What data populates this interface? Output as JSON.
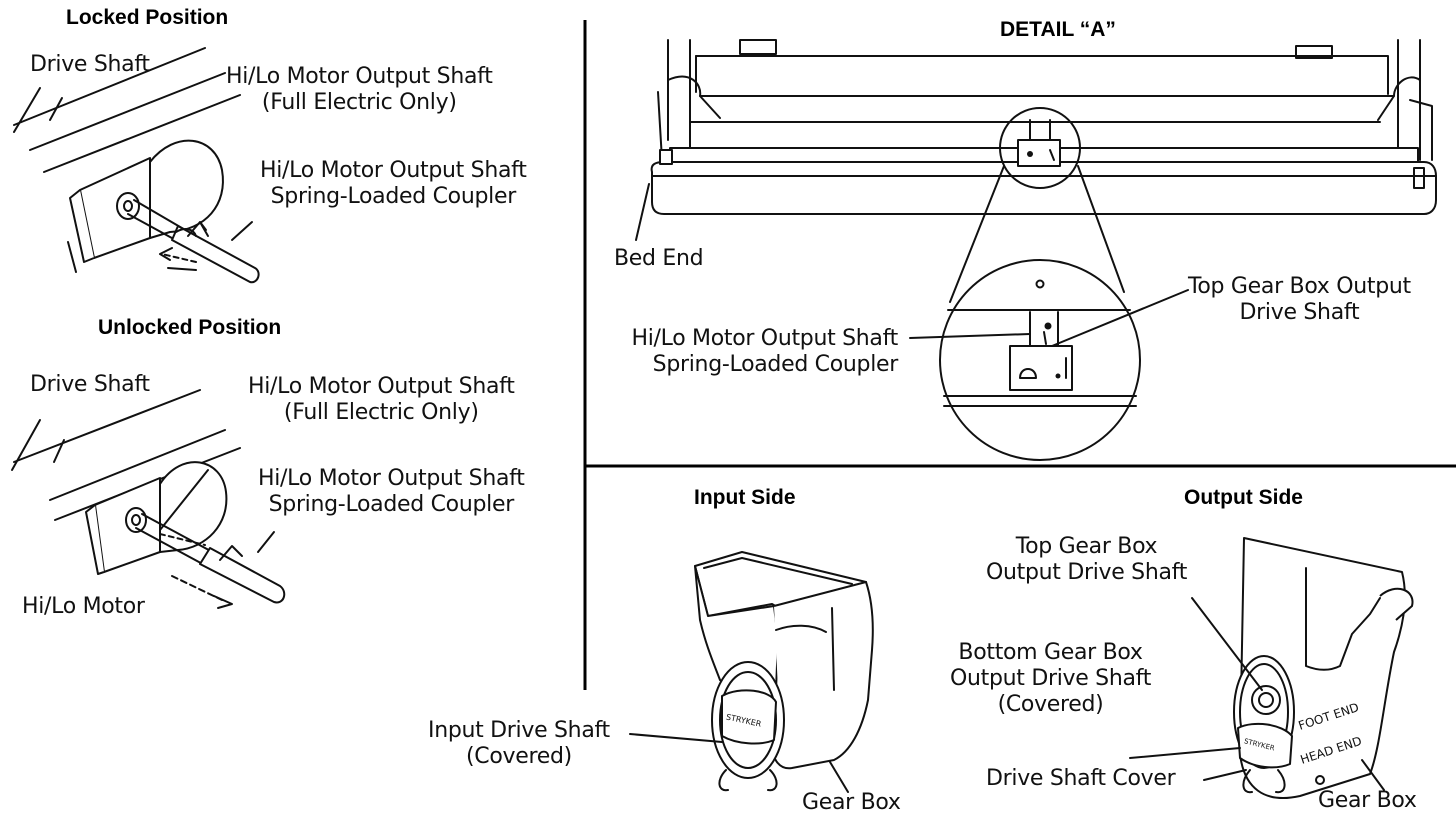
{
  "locked": {
    "title": "Locked Position",
    "drive_shaft": "Drive Shaft",
    "motor_output_shaft": [
      "Hi/Lo Motor Output Shaft",
      "(Full Electric Only)"
    ],
    "coupler": [
      "Hi/Lo Motor Output Shaft",
      "Spring-Loaded Coupler"
    ]
  },
  "unlocked": {
    "title": "Unlocked Position",
    "drive_shaft": "Drive Shaft",
    "motor_output_shaft": [
      "Hi/Lo Motor Output Shaft",
      "(Full Electric Only)"
    ],
    "coupler": [
      "Hi/Lo Motor Output Shaft",
      "Spring-Loaded Coupler"
    ],
    "motor": "Hi/Lo Motor"
  },
  "detail": {
    "title": "DETAIL “A”",
    "bed_end": "Bed End",
    "coupler": [
      "Hi/Lo Motor Output Shaft",
      "Spring-Loaded Coupler"
    ],
    "top_output": [
      "Top Gear Box Output",
      "Drive Shaft"
    ]
  },
  "input_side": {
    "title": "Input Side",
    "input_shaft": [
      "Input Drive Shaft",
      "(Covered)"
    ],
    "gear_box": "Gear Box",
    "badge_text": "STRYKER"
  },
  "output_side": {
    "title": "Output Side",
    "top_output": [
      "Top Gear Box",
      "Output Drive Shaft"
    ],
    "bottom_output": [
      "Bottom Gear Box",
      "Output Drive Shaft",
      "(Covered)"
    ],
    "cover": "Drive Shaft Cover",
    "gear_box": "Gear Box",
    "foot_end": "FOOT END",
    "head_end": "HEAD END",
    "badge_text": "STRYKER"
  },
  "colors": {
    "line": "#111111",
    "background": "#ffffff"
  }
}
